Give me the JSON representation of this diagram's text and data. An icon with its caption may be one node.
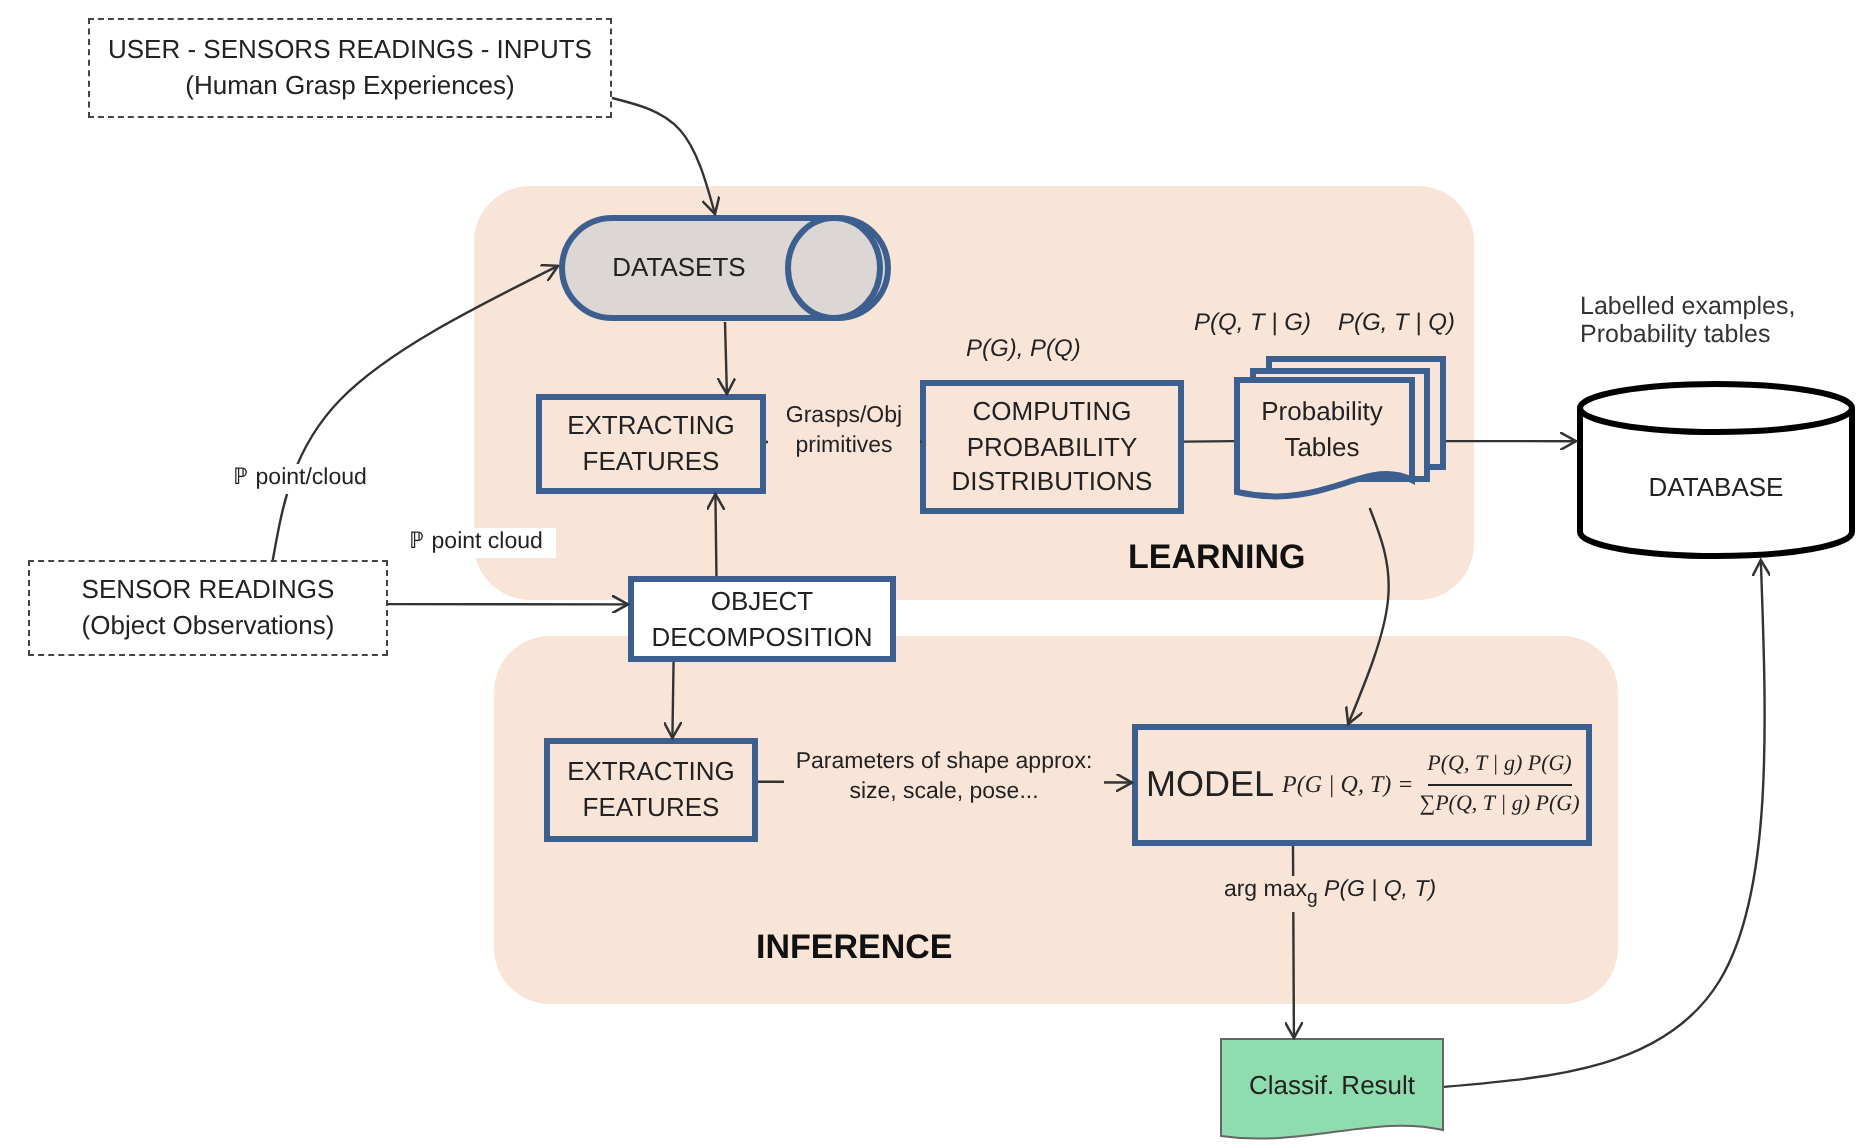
{
  "diagram": {
    "nodes": [
      {
        "text": [
          "LEARNING"
        ]
      },
      {
        "text": [
          "INFERENCE"
        ]
      },
      {
        "text": [
          "USER - SENSORS READINGS - INPUTS (Human Grasp Experiences)"
        ]
      },
      {
        "text": [
          "DATASETS"
        ],
        "in": 0
      },
      {
        "text": [
          "SENSOR READINGS (Object Observations)"
        ]
      },
      {
        "text": [
          "EXTRACTING FEATURES"
        ],
        "in": 0
      },
      {
        "text": [
          "COMPUTING PROBABILITY DISTRIBUTIONS"
        ],
        "in": 0,
        "beside": [
          "P(G), P(Q)"
        ]
      },
      {
        "text": [
          "Probability Tables"
        ],
        "in": 0,
        "beside": [
          "P(Q, T | G)",
          "P(G, T | Q)"
        ]
      },
      {
        "text": [
          "DATABASE"
        ],
        "beside": [
          "Labelled examples, Probability tables"
        ]
      },
      {
        "text": [
          "OBJECT DECOMPOSITION"
        ]
      },
      {
        "text": [
          "EXTRACTING FEATURES"
        ],
        "in": 1
      },
      {
        "text": [
          "MODEL",
          "P(G | Q, T) =",
          "P(Q, T | g) P(G)",
          "∑P(Q, T | g) P(G)"
        ],
        "in": 1
      },
      {
        "text": [
          "Classif. Result"
        ]
      }
    ],
    "edges": [
      {
        "from": 2,
        "to": 3,
        "arrow": "to"
      },
      {
        "from": 4,
        "to": 3,
        "arrow": "to",
        "label": "ℙ point/cloud"
      },
      {
        "from": 4,
        "to": 9,
        "arrow": "to",
        "label": "ℙ point cloud"
      },
      {
        "from": 3,
        "to": 5,
        "arrow": "to"
      },
      {
        "from": 9,
        "to": 5,
        "arrow": "to"
      },
      {
        "from": 5,
        "to": 6,
        "arrow": "to",
        "label": "Grasps/Obj primitives"
      },
      {
        "from": 6,
        "to": 7,
        "arrow": "none"
      },
      {
        "from": 7,
        "to": 8,
        "arrow": "to"
      },
      {
        "from": 9,
        "to": 10,
        "arrow": "to"
      },
      {
        "from": 10,
        "to": 11,
        "arrow": "to",
        "label": "Parameters of shape approx: size, scale, pose..."
      },
      {
        "from": 7,
        "to": 11,
        "arrow": "to"
      },
      {
        "from": 11,
        "to": 12,
        "arrow": "to",
        "label": "arg max$_{g}$ *P(G | Q, T)*"
      },
      {
        "from": 12,
        "to": 8,
        "arrow": "to"
      }
    ]
  }
}
